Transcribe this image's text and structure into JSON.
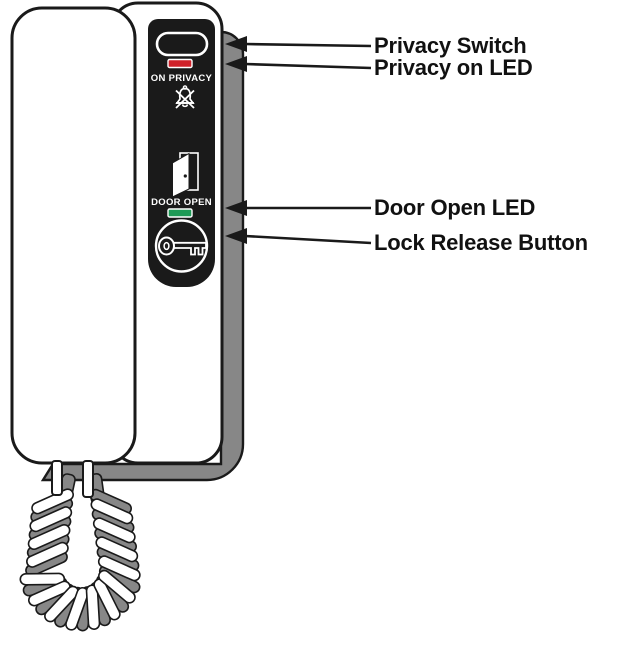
{
  "panel": {
    "privacy_indicator_label": "ON PRIVACY",
    "door_indicator_label": "DOOR OPEN"
  },
  "callouts": [
    {
      "label": "Privacy Switch"
    },
    {
      "label": "Privacy on LED"
    },
    {
      "label": "Door Open LED"
    },
    {
      "label": "Lock Release Button"
    }
  ],
  "colors": {
    "privacy_led": "#d0222a",
    "door_led": "#1e9a56",
    "panel_black": "#1a1a1a",
    "body_shadow_gray": "#878787",
    "outline": "#1a1a1a"
  }
}
